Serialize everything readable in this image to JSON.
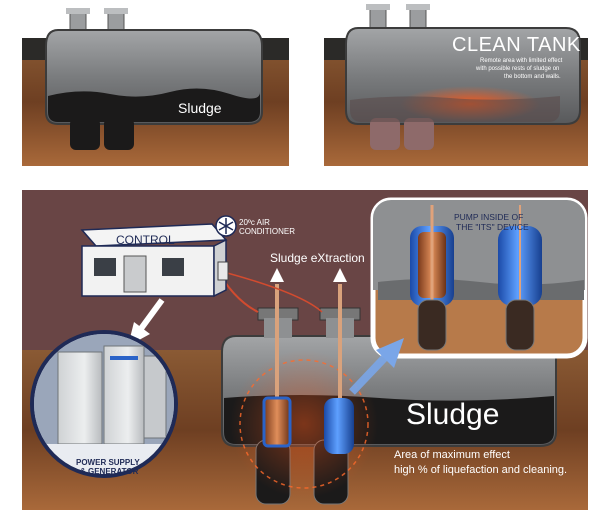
{
  "panels": {
    "top_left": {
      "label": "Sludge"
    },
    "top_right": {
      "title": "CLEAN TANK",
      "note_lines": [
        "Remote area with limited effect",
        "with possible rests of sludge on",
        "the bottom and walls."
      ]
    }
  },
  "main": {
    "control_label": "CONTROL",
    "ac_label_lines": [
      "20ºc AIR",
      "CONDITIONER"
    ],
    "extraction_label": "Sludge eXtraction",
    "pump_label_lines": [
      "PUMP INSIDE OF",
      "THE \"ITS\" DEVICE"
    ],
    "sludge_label": "Sludge",
    "effect_lines": [
      "Area of maximum effect",
      "high % of liquefaction and cleaning."
    ],
    "power_label_lines": [
      "POWER SUPPLY",
      "& GENERATOR"
    ]
  },
  "icons": {
    "ac": "snowflake-icon",
    "arrows": "arrow-icon"
  },
  "colors": {
    "tank_gray": "#8a8c8e",
    "sludge_dark": "#1b1a1a",
    "soil": "#7a4a2a",
    "pump_blue": "#2f6fd6",
    "device_copper": "#b5683a",
    "frame_navy": "#1f2a56"
  }
}
